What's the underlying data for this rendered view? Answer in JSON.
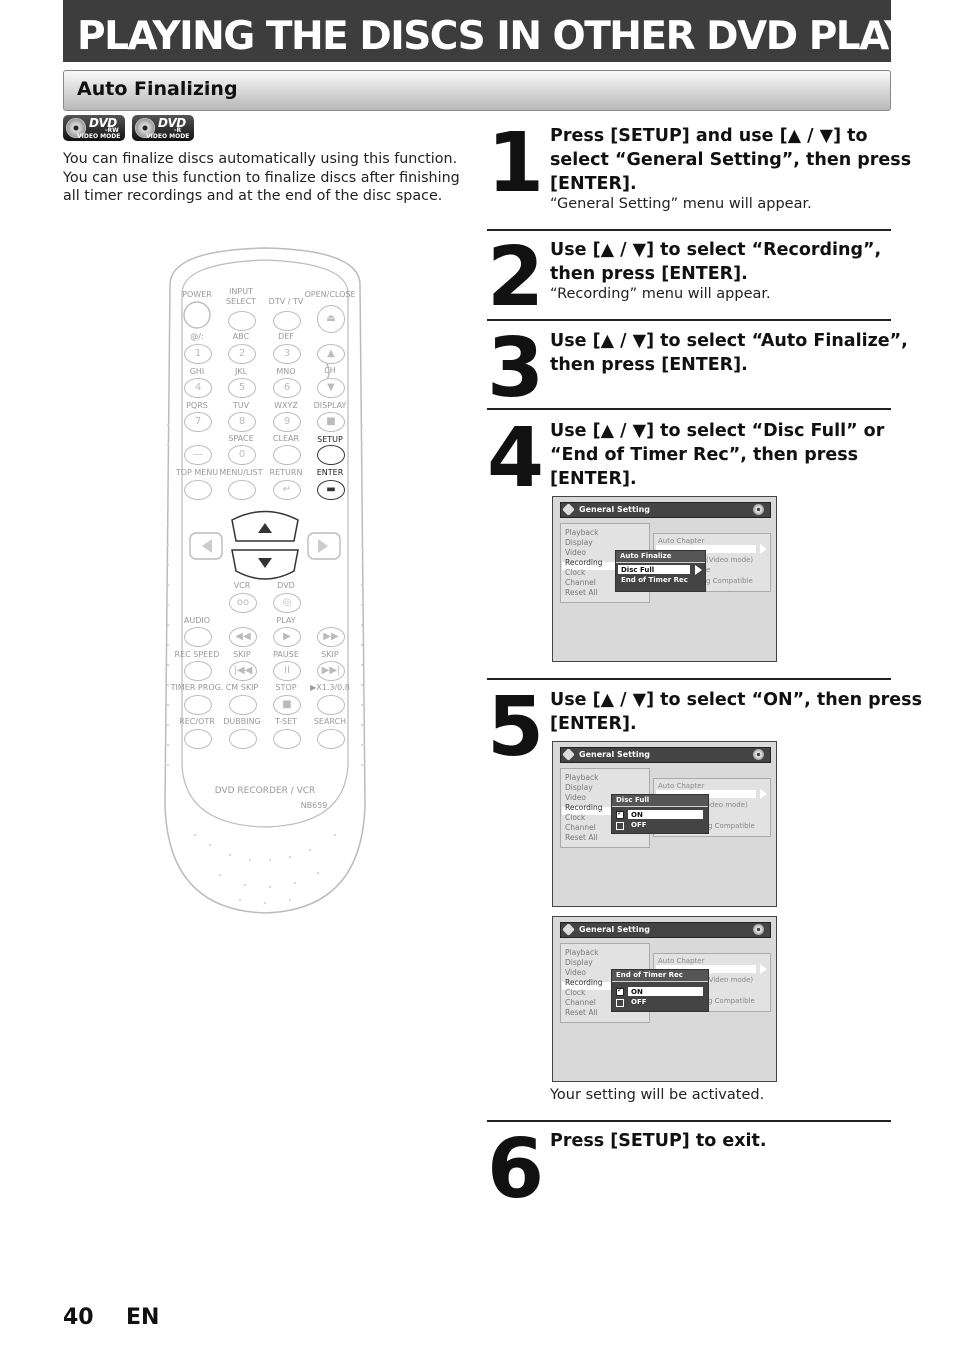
{
  "page_title": "PLAYING THE DISCS IN OTHER DVD PLAYERS",
  "section_title": "Auto Finalizing",
  "badges": [
    {
      "brand": "DVD",
      "sub": "-RW",
      "mode": "VIDEO MODE",
      "icon": "dvd-disc-icon"
    },
    {
      "brand": "DVD",
      "sub": "-R",
      "mode": "VIDEO MODE",
      "icon": "dvd-disc-icon"
    }
  ],
  "intro_lines": [
    "You can finalize discs automatically using this function.",
    "You can use this function to finalize discs after finishing",
    "all timer recordings and at the end of the disc space."
  ],
  "remote": {
    "model_label": "DVD RECORDER / VCR",
    "model_number": "NB659",
    "labels": {
      "power": "POWER",
      "input_select_1": "INPUT",
      "input_select_2": "SELECT",
      "dtv_tv": "DTV / TV",
      "open_close": "OPEN/CLOSE",
      "sym": "@/:",
      "abc": "ABC",
      "def": "DEF",
      "ghi": "GHI",
      "jkl": "JKL",
      "mno": "MNO",
      "ch": "CH",
      "pqrs": "PQRS",
      "tuv": "TUV",
      "wxyz": "WXYZ",
      "display": "DISPLAY",
      "space": "SPACE",
      "clear": "CLEAR",
      "setup": "SETUP",
      "top_menu": "TOP MENU",
      "menu_list": "MENU/LIST",
      "return": "RETURN",
      "enter": "ENTER",
      "vcr": "VCR",
      "dvd": "DVD",
      "audio": "AUDIO",
      "play": "PLAY",
      "rec_speed": "REC SPEED",
      "skip_back": "SKIP",
      "pause": "PAUSE",
      "skip_fwd": "SKIP",
      "timer_prog": "TIMER PROG.",
      "cm_skip": "CM SKIP",
      "stop": "STOP",
      "speed": "▶X1.3/0.8",
      "rec_otr": "REC/OTR",
      "dubbing": "DUBBING",
      "t_set": "T-SET",
      "search": "SEARCH"
    },
    "digits": [
      "1",
      "2",
      "3",
      "4",
      "5",
      "6",
      "7",
      "8",
      "9",
      "0"
    ]
  },
  "steps": [
    {
      "num": "1",
      "lines": [
        "Press [SETUP] and use [▲ / ▼] to",
        "select “General Setting”, then press",
        "[ENTER]."
      ],
      "note": "“General Setting” menu will appear."
    },
    {
      "num": "2",
      "lines": [
        "Use [▲ / ▼] to select “Recording”,",
        "then press [ENTER]."
      ],
      "note": "“Recording” menu will appear."
    },
    {
      "num": "3",
      "lines": [
        "Use [▲ / ▼] to select “Auto Finalize”,",
        "then press [ENTER]."
      ]
    },
    {
      "num": "4",
      "lines": [
        "Use [▲ / ▼] to select “Disc Full” or",
        "“End of Timer Rec”, then press",
        "[ENTER]."
      ]
    },
    {
      "num": "5",
      "lines": [
        "Use [▲ / ▼] to select “ON”, then press",
        "[ENTER]."
      ],
      "note": "Your setting will be activated."
    },
    {
      "num": "6",
      "lines": [
        "Press [SETUP] to exit."
      ]
    }
  ],
  "osd_common": {
    "header": "General Setting",
    "menu": [
      "Playback",
      "Display",
      "Video",
      "Recording",
      "Clock",
      "Channel",
      "Reset All"
    ],
    "right_title": "Auto Chapter",
    "right_frag_1": "(Video mode)",
    "right_frag_2": "g Compatible",
    "right_frag_1b": "ideo mode)",
    "right_frag_mid": "e"
  },
  "osd_step4": {
    "popup_title": "Auto Finalize",
    "options": [
      "Disc Full",
      "End of Timer Rec"
    ]
  },
  "osd_step5a": {
    "popup_title": "Disc Full",
    "options": [
      "ON",
      "OFF"
    ]
  },
  "osd_step5b": {
    "popup_title": "End of Timer Rec",
    "options": [
      "ON",
      "OFF"
    ]
  },
  "footer": {
    "page_number": "40",
    "language": "EN"
  }
}
